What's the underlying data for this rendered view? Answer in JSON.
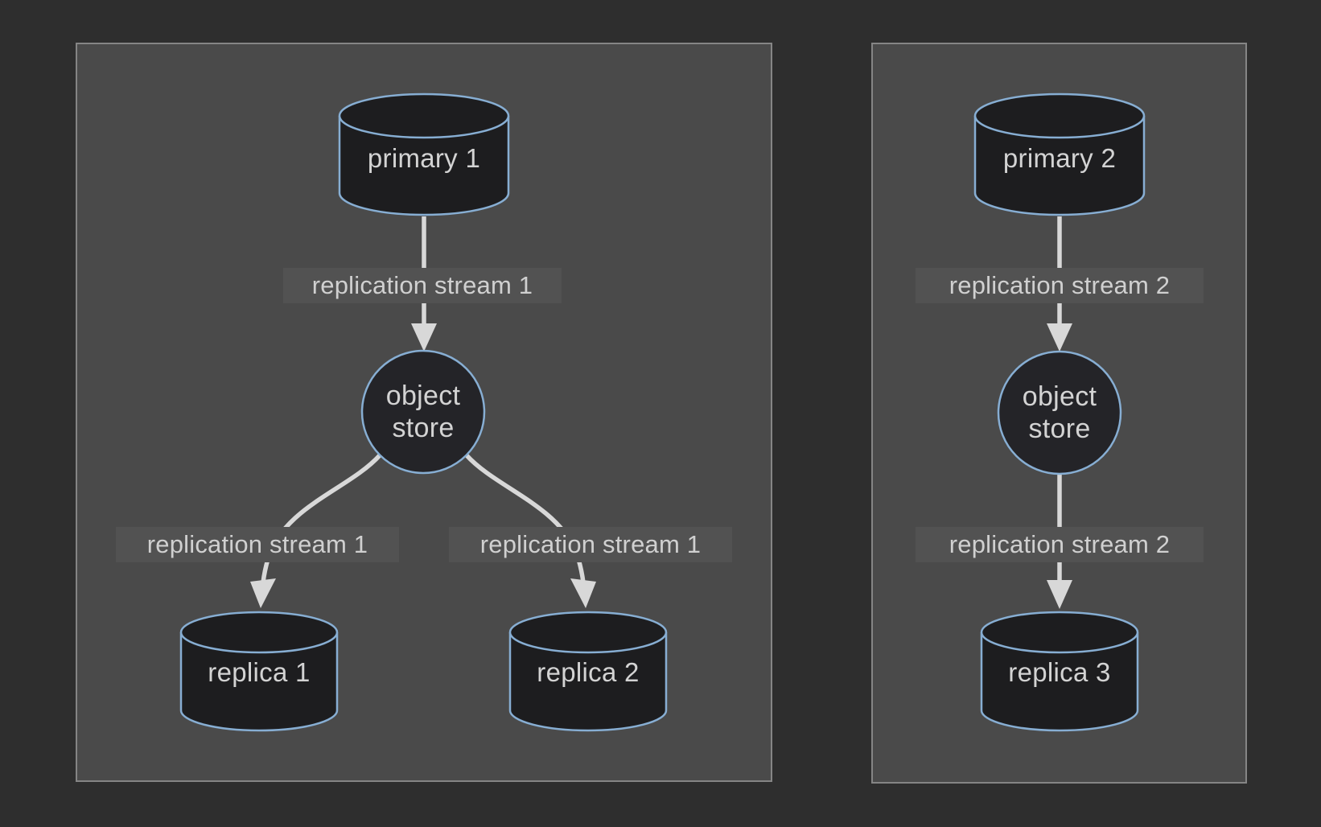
{
  "diagram": {
    "type": "replication-architecture",
    "panels": [
      {
        "primary_label": "primary 1",
        "object_store_label": "object store",
        "stream_top_label": "replication stream 1",
        "stream_bottom_left_label": "replication stream 1",
        "stream_bottom_right_label": "replication stream 1",
        "replica_left_label": "replica 1",
        "replica_right_label": "replica 2"
      },
      {
        "primary_label": "primary 2",
        "object_store_label": "object store",
        "stream_top_label": "replication stream 2",
        "stream_bottom_label": "replication stream 2",
        "replica_label": "replica 3"
      }
    ],
    "edges": [
      {
        "from": "primary 1",
        "to": "object store",
        "label": "replication stream 1"
      },
      {
        "from": "object store",
        "to": "replica 1",
        "label": "replication stream 1"
      },
      {
        "from": "object store",
        "to": "replica 2",
        "label": "replication stream 1"
      },
      {
        "from": "primary 2",
        "to": "object store",
        "label": "replication stream 2"
      },
      {
        "from": "object store",
        "to": "replica 3",
        "label": "replication stream 2"
      }
    ],
    "colors": {
      "canvas_bg": "#2e2e2e",
      "panel_bg": "#4a4a4a",
      "panel_border": "#858585",
      "node_fill": "#1d1d1f",
      "node_stroke": "#87aed3",
      "arrow": "#d8d8d8",
      "label_chip_bg": "#525252",
      "text": "#d3d3d3"
    }
  }
}
